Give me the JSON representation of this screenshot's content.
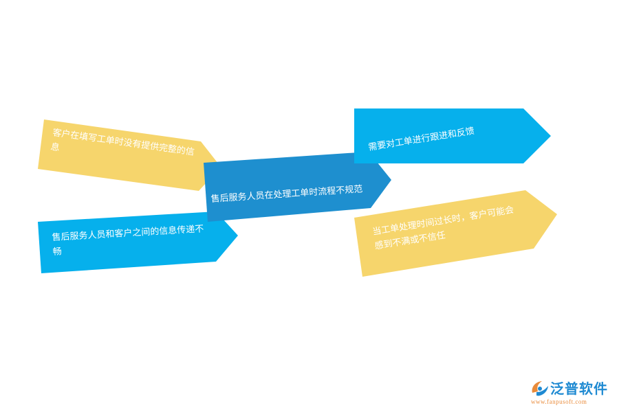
{
  "diagram": {
    "arrows": [
      {
        "id": "a1",
        "color": "#f6d56c",
        "text": "客户在填写工单时没有提供完整的信息"
      },
      {
        "id": "a2",
        "color": "#06b0ec",
        "text": "售后服务人员和客户之间的信息传递不畅"
      },
      {
        "id": "a3",
        "color": "#1e8fcf",
        "text": "售后服务人员在处理工单时流程不规范"
      },
      {
        "id": "a4",
        "color": "#06b0ec",
        "text": "需要对工单进行跟进和反馈"
      },
      {
        "id": "a5",
        "color": "#f6d56c",
        "text": "当工单处理时间过长时，客户可能会感到不满或不信任"
      }
    ]
  },
  "logo": {
    "name": "泛普软件",
    "url": "www.fanpusoft.com",
    "icon": "fanpu-logo-icon",
    "name_color": "#1f8ad2",
    "url_color": "#e98b3a"
  }
}
